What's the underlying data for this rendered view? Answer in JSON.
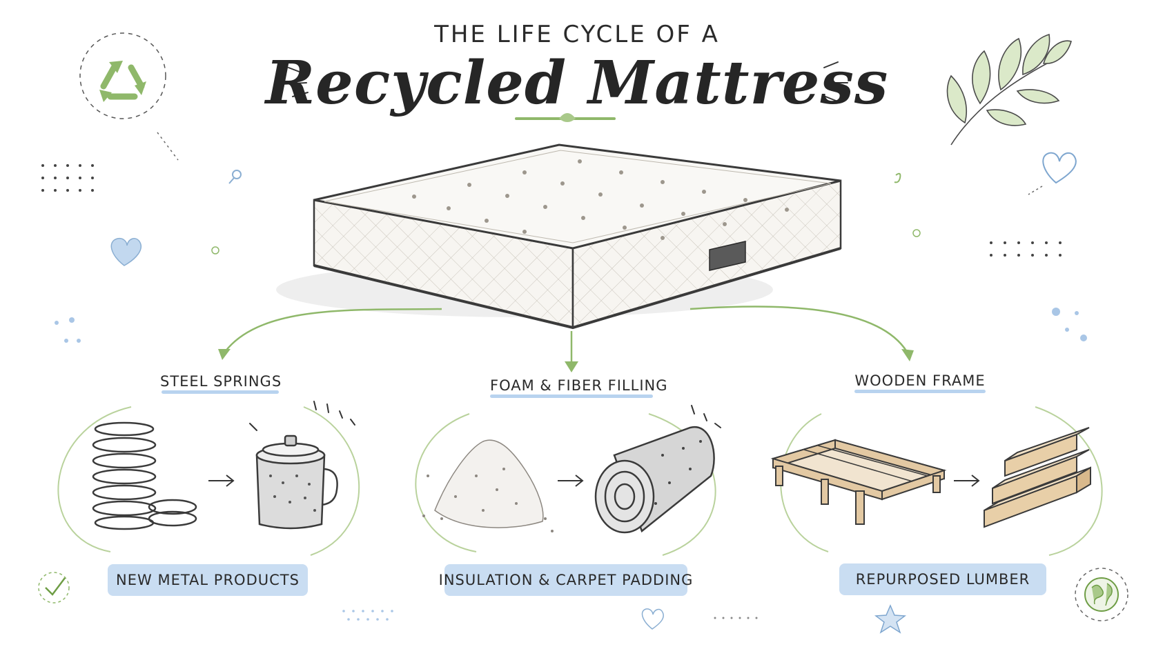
{
  "title": {
    "line1": "THE LIFE CYCLE OF A",
    "line2": "Recycled Mattress"
  },
  "materials": [
    {
      "label": "STEEL SPRINGS",
      "result": "NEW METAL PRODUCTS"
    },
    {
      "label": "FOAM & FIBER FILLING",
      "result": "INSULATION & CARPET PADDING"
    },
    {
      "label": "WOODEN FRAME",
      "result": "REPURPOSED LUMBER"
    }
  ],
  "colors": {
    "accent_green": "#8fb86a",
    "accent_blue": "#b8d3ef",
    "banner_blue": "#c9ddf2",
    "ink": "#2b2b2b"
  },
  "icons": [
    "recycle-icon",
    "leaf-branch-icon",
    "heart-icon",
    "checkmark-icon",
    "globe-icon",
    "star-icon"
  ]
}
